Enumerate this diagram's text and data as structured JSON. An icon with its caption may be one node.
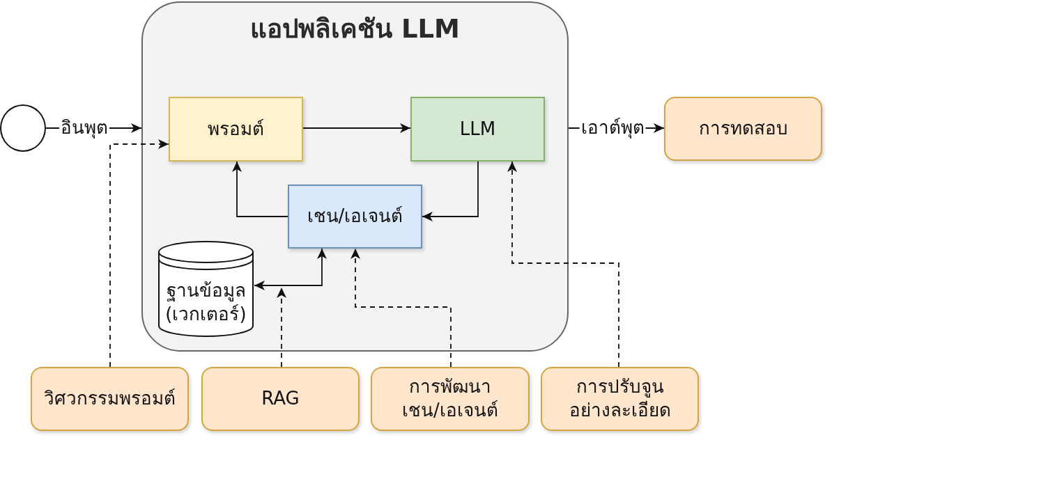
{
  "diagram": {
    "nodes": [
      {
        "text": [
          "แอปพลิเคชัน LLM"
        ]
      },
      {
        "text": [],
        "shape": "circle"
      },
      {
        "text": [
          "พรอมต์"
        ],
        "in": 0
      },
      {
        "text": [
          "LLM"
        ],
        "in": 0
      },
      {
        "text": [
          "เชน/เอเจนต์"
        ],
        "in": 0
      },
      {
        "text": [
          "ฐานข้อมูล (เวกเตอร์)"
        ],
        "in": 0
      },
      {
        "text": [
          "การทดสอบ"
        ]
      },
      {
        "text": [
          "วิศวกรรมพรอมต์"
        ]
      },
      {
        "text": [
          "RAG"
        ]
      },
      {
        "text": [
          "การพัฒนาเชน/เอเจนต์"
        ]
      },
      {
        "text": [
          "การปรับจูน อย่างละเอียด"
        ]
      }
    ],
    "edges": [
      {
        "from": 1,
        "to": 0,
        "arrow": "to",
        "label": "อินพุต"
      },
      {
        "from": 0,
        "to": 6,
        "arrow": "to",
        "label": "เอาต์พุต"
      },
      {
        "from": 2,
        "to": 3,
        "arrow": "to"
      },
      {
        "from": 3,
        "to": 4,
        "arrow": "to"
      },
      {
        "from": 4,
        "to": 2,
        "arrow": "to"
      },
      {
        "from": 4,
        "to": 5,
        "arrow": "both"
      },
      {
        "from": 7,
        "to": 2,
        "arrow": "to",
        "style": "dashed"
      },
      {
        "from": 8,
        "to": null,
        "arrow": "to",
        "style": "dashed"
      },
      {
        "from": 9,
        "to": 4,
        "arrow": "to",
        "style": "dashed"
      },
      {
        "from": 10,
        "to": 3,
        "arrow": "to",
        "style": "dashed"
      }
    ]
  }
}
